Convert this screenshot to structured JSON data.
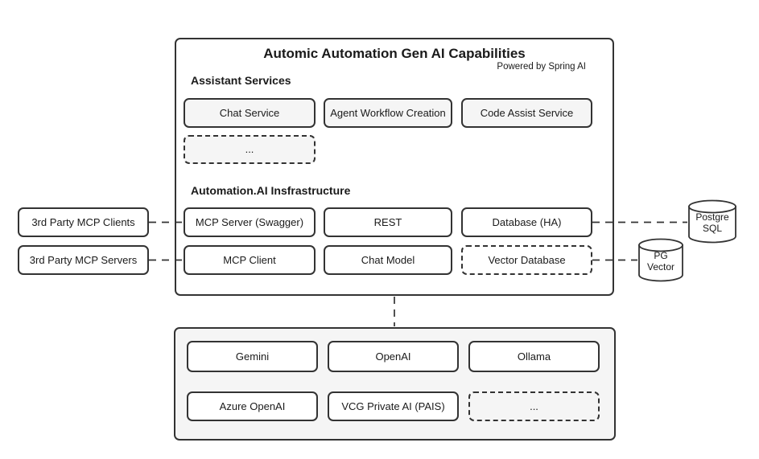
{
  "main_panel": {
    "title": "Automic Automation Gen AI Capabilities",
    "subtitle": "Powered by Spring AI",
    "assistant_services": {
      "heading": "Assistant Services",
      "boxes": [
        "Chat Service",
        "Agent Workflow Creation",
        "Code Assist Service"
      ],
      "more": "..."
    },
    "infrastructure": {
      "heading": "Automation.AI Insfrastructure",
      "row1": [
        "MCP Server (Swagger)",
        "REST",
        "Database (HA)"
      ],
      "row2": [
        "MCP Client",
        "Chat Model",
        "Vector Database"
      ]
    }
  },
  "external_left": [
    "3rd Party MCP Clients",
    "3rd Party MCP Servers"
  ],
  "databases": [
    {
      "line1": "Postgre",
      "line2": "SQL"
    },
    {
      "line1": "PG",
      "line2": "Vector"
    }
  ],
  "providers_panel": {
    "row1": [
      "Gemini",
      "OpenAI",
      "Ollama"
    ],
    "row2": [
      "Azure OpenAI",
      "VCG Private AI (PAIS)"
    ],
    "more": "..."
  },
  "colors": {
    "border": "#333333",
    "gray_fill": "#f5f5f5",
    "white_fill": "#ffffff",
    "text": "#1a1a1a"
  }
}
